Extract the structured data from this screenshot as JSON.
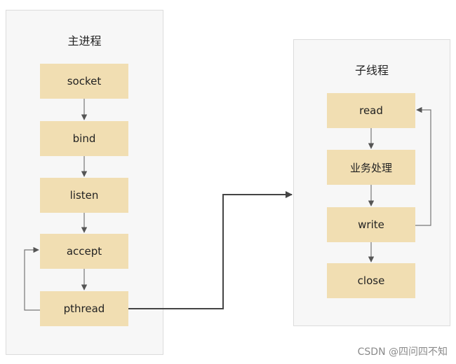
{
  "main_process": {
    "title": "主进程",
    "steps": [
      "socket",
      "bind",
      "listen",
      "accept",
      "pthread"
    ]
  },
  "child_thread": {
    "title": "子线程",
    "steps": [
      "read",
      "业务处理",
      "write",
      "close"
    ]
  },
  "watermark": "CSDN @四问四不知",
  "colors": {
    "box_fill": "#f1deb2",
    "panel_fill": "#f7f7f7",
    "arrow": "#444444"
  }
}
